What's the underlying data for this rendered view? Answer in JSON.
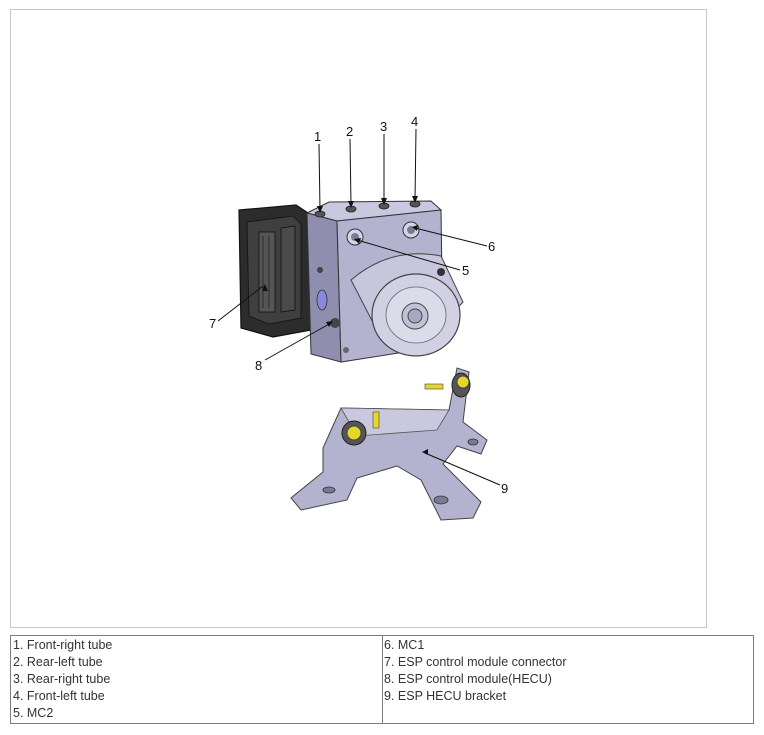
{
  "figure": {
    "callouts": [
      "1",
      "2",
      "3",
      "4",
      "5",
      "6",
      "7",
      "8",
      "9"
    ]
  },
  "legend": {
    "left": [
      "1. Front-right tube",
      "2. Rear-left tube",
      "3. Rear-right tube",
      "4. Front-left tube",
      "5. MC2"
    ],
    "right": [
      "6. MC1",
      "7. ESP control module connector",
      "8. ESP control module(HECU)",
      "9. ESP HECU bracket"
    ]
  },
  "colors": {
    "body": "#b3b2cf",
    "body_shade": "#8f8eae",
    "motor": "#d2d1e4",
    "connector": "#2a2a2a",
    "bolt_yellow": "#e3d72a"
  }
}
